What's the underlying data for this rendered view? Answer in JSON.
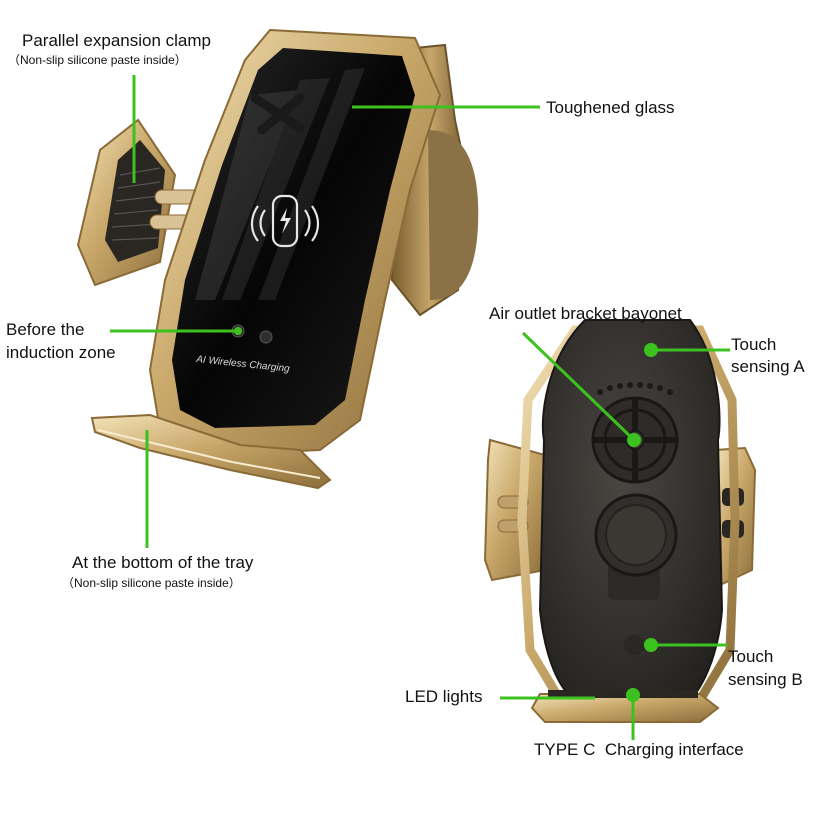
{
  "device_front": {
    "screen_text": "AI Wireless Charging",
    "icon": "wireless-charging-icon"
  },
  "callouts": {
    "clamp": {
      "title": "Parallel expansion clamp",
      "note": "（Non-slip silicone paste inside）"
    },
    "glass": {
      "title": "Toughened glass"
    },
    "induction": {
      "line1": "Before the",
      "line2": "induction zone"
    },
    "tray": {
      "title": "At the bottom of the tray",
      "note": "（Non-slip silicone paste inside）"
    },
    "air_outlet": {
      "title": "Air outlet bracket bayonet"
    },
    "touch_a": {
      "line1": "Touch",
      "line2": "sensing A"
    },
    "touch_b": {
      "line1": "Touch",
      "line2": "sensing B"
    },
    "led": {
      "title": "LED lights"
    },
    "type_c": {
      "title": "TYPE C  Charging interface"
    }
  },
  "colors": {
    "leader_line": "#3cc21e",
    "gold": "#c9a86a",
    "glass": "#0c0c0c",
    "back_body": "#3a3733"
  }
}
